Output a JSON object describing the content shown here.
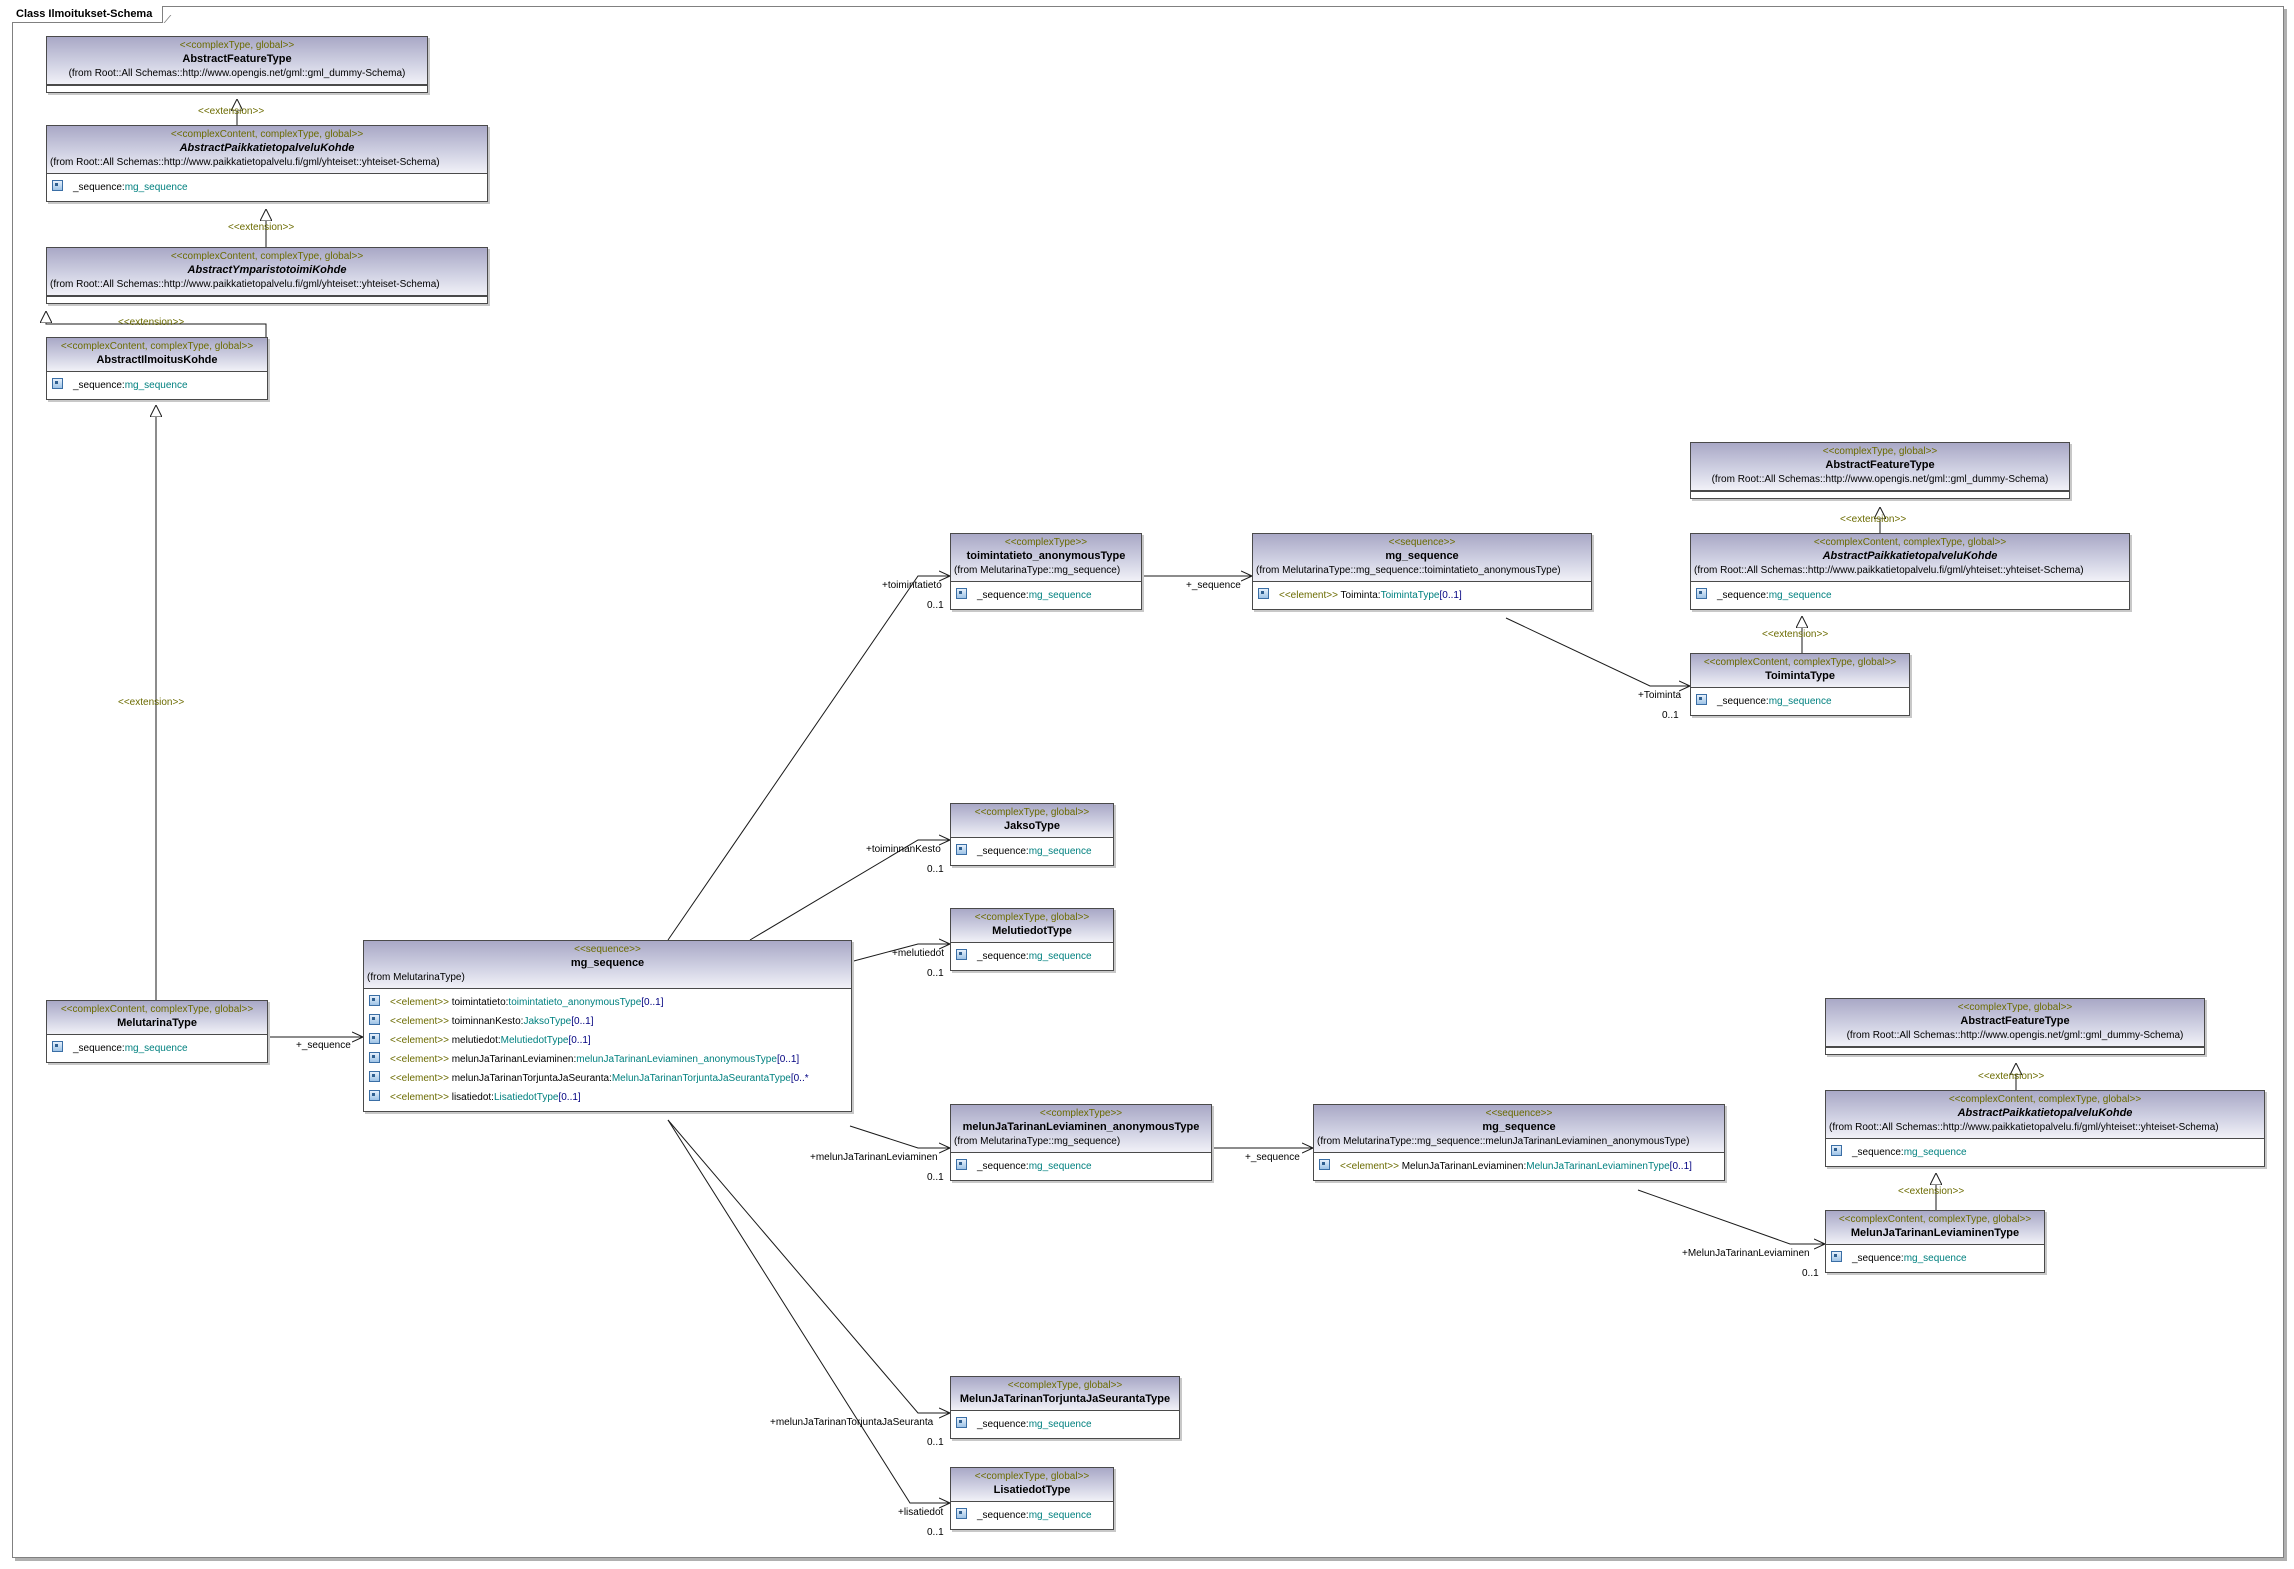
{
  "frame_title": "Class Ilmoitukset-Schema",
  "boxes": {
    "aft1": {
      "stereo": "<<complexType, global>>",
      "name": "AbstractFeatureType",
      "from": "(from Root::All Schemas::http://www.opengis.net/gml::gml_dummy-Schema)"
    },
    "apk1": {
      "stereo": "<<complexContent, complexType, global>>",
      "name": "AbstractPaikkatietopalveluKohde",
      "from": "(from Root::All Schemas::http://www.paikkatietopalvelu.fi/gml/yhteiset::yhteiset-Schema)",
      "attr_name": "_sequence:",
      "attr_type": "mg_sequence"
    },
    "ayk": {
      "stereo": "<<complexContent, complexType, global>>",
      "name": "AbstractYmparistotoimiKohde",
      "from": "(from Root::All Schemas::http://www.paikkatietopalvelu.fi/gml/yhteiset::yhteiset-Schema)"
    },
    "aik": {
      "stereo": "<<complexContent, complexType, global>>",
      "name": "AbstractIlmoitusKohde",
      "attr_name": "_sequence:",
      "attr_type": "mg_sequence"
    },
    "mt": {
      "stereo": "<<complexContent, complexType, global>>",
      "name": "MelutarinaType",
      "attr_name": "_sequence:",
      "attr_type": "mg_sequence"
    },
    "mgs": {
      "stereo": "<<sequence>>",
      "name": "mg_sequence",
      "from": "(from MelutarinaType)",
      "elements": [
        {
          "stereo": "<<element>>",
          "name": "toimintatieto:",
          "type": "toimintatieto_anonymousType",
          "mult": "[0..1]"
        },
        {
          "stereo": "<<element>>",
          "name": "toiminnanKesto:",
          "type": "JaksoType",
          "mult": "[0..1]"
        },
        {
          "stereo": "<<element>>",
          "name": "melutiedot:",
          "type": "MelutiedotType",
          "mult": "[0..1]"
        },
        {
          "stereo": "<<element>>",
          "name": "melunJaTarinanLeviaminen:",
          "type": "melunJaTarinanLeviaminen_anonymousType",
          "mult": "[0..1]"
        },
        {
          "stereo": "<<element>>",
          "name": "melunJaTarinanTorjuntaJaSeuranta:",
          "type": "MelunJaTarinanTorjuntaJaSeurantaType",
          "mult": "[0..*"
        },
        {
          "stereo": "<<element>>",
          "name": "lisatiedot:",
          "type": "LisatiedotType",
          "mult": "[0..1]"
        }
      ]
    },
    "tat": {
      "stereo": "<<complexType>>",
      "name": "toimintatieto_anonymousType",
      "from": "(from MelutarinaType::mg_sequence)",
      "attr_name": "_sequence:",
      "attr_type": "mg_sequence"
    },
    "mgs2": {
      "stereo": "<<sequence>>",
      "name": "mg_sequence",
      "from": "(from MelutarinaType::mg_sequence::toimintatieto_anonymousType)",
      "el_stereo": "<<element>>",
      "el_name": "Toiminta:",
      "el_type": "ToimintaType",
      "el_mult": "[0..1]"
    },
    "aft2": {
      "stereo": "<<complexType, global>>",
      "name": "AbstractFeatureType",
      "from": "(from Root::All Schemas::http://www.opengis.net/gml::gml_dummy-Schema)"
    },
    "apk2": {
      "stereo": "<<complexContent, complexType, global>>",
      "name": "AbstractPaikkatietopalveluKohde",
      "from": "(from Root::All Schemas::http://www.paikkatietopalvelu.fi/gml/yhteiset::yhteiset-Schema)",
      "attr_name": "_sequence:",
      "attr_type": "mg_sequence"
    },
    "tt": {
      "stereo": "<<complexContent, complexType, global>>",
      "name": "ToimintaType",
      "attr_name": "_sequence:",
      "attr_type": "mg_sequence"
    },
    "jt": {
      "stereo": "<<complexType, global>>",
      "name": "JaksoType",
      "attr_name": "_sequence:",
      "attr_type": "mg_sequence"
    },
    "mdt": {
      "stereo": "<<complexType, global>>",
      "name": "MelutiedotType",
      "attr_name": "_sequence:",
      "attr_type": "mg_sequence"
    },
    "mla": {
      "stereo": "<<complexType>>",
      "name": "melunJaTarinanLeviaminen_anonymousType",
      "from": "(from MelutarinaType::mg_sequence)",
      "attr_name": "_sequence:",
      "attr_type": "mg_sequence"
    },
    "mgs3": {
      "stereo": "<<sequence>>",
      "name": "mg_sequence",
      "from": "(from MelutarinaType::mg_sequence::melunJaTarinanLeviaminen_anonymousType)",
      "el_stereo": "<<element>>",
      "el_name": "MelunJaTarinanLeviaminen:",
      "el_type": "MelunJaTarinanLeviaminenType",
      "el_mult": "[0..1]"
    },
    "aft3": {
      "stereo": "<<complexType, global>>",
      "name": "AbstractFeatureType",
      "from": "(from Root::All Schemas::http://www.opengis.net/gml::gml_dummy-Schema)"
    },
    "apk3": {
      "stereo": "<<complexContent, complexType, global>>",
      "name": "AbstractPaikkatietopalveluKohde",
      "from": "(from Root::All Schemas::http://www.paikkatietopalvelu.fi/gml/yhteiset::yhteiset-Schema)",
      "attr_name": "_sequence:",
      "attr_type": "mg_sequence"
    },
    "mlt": {
      "stereo": "<<complexContent, complexType, global>>",
      "name": "MelunJaTarinanLeviaminenType",
      "attr_name": "_sequence:",
      "attr_type": "mg_sequence"
    },
    "mts": {
      "stereo": "<<complexType, global>>",
      "name": "MelunJaTarinanTorjuntaJaSeurantaType",
      "attr_name": "_sequence:",
      "attr_type": "mg_sequence"
    },
    "lt": {
      "stereo": "<<complexType, global>>",
      "name": "LisatiedotType",
      "attr_name": "_sequence:",
      "attr_type": "mg_sequence"
    }
  },
  "labels": {
    "extension": "<<extension>>",
    "seq_role": "+_sequence",
    "toimintatieto": "+toimintatieto",
    "toiminnanKesto": "+toiminnanKesto",
    "melutiedot": "+melutiedot",
    "leviaminen": "+melunJaTarinanLeviaminen",
    "torjunta": "+melunJaTarinanTorjuntaJaSeuranta",
    "lisatiedot": "+lisatiedot",
    "toiminta": "+Toiminta",
    "leviaminen2": "+MelunJaTarinanLeviaminen",
    "mult01": "0..1"
  }
}
